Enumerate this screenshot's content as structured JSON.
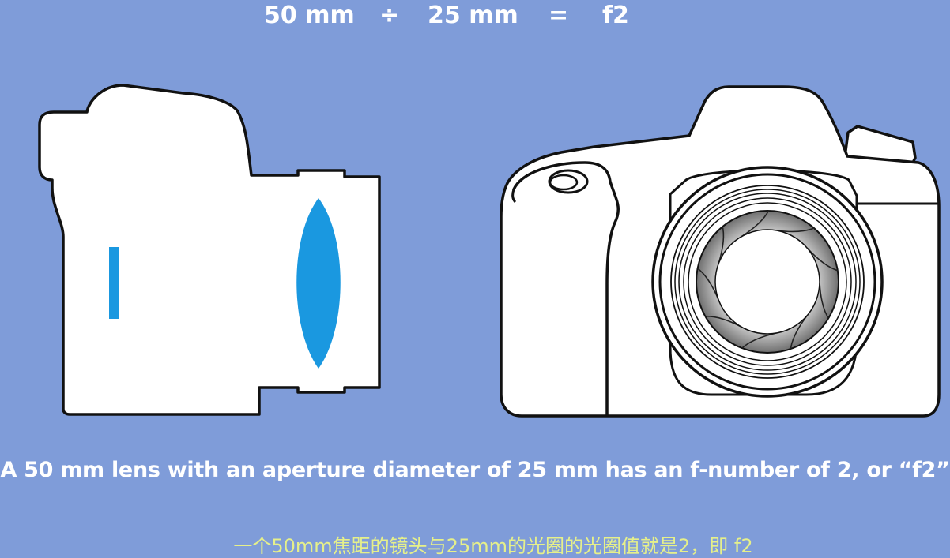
{
  "equation": {
    "focal_length": "50 mm",
    "divide_symbol": "÷",
    "aperture_diameter": "25 mm",
    "equals_symbol": "=",
    "f_number": "f2"
  },
  "caption": {
    "english": "A 50 mm lens with an aperture diameter of 25 mm has  an f-number of 2, or “f2”",
    "chinese": "一个50mm焦距的镜头与25mm的光圈的光圈值就是2，即 f2"
  },
  "colors": {
    "background": "#7f9cd9",
    "body_fill": "#ffffff",
    "outline": "#111111",
    "lens_blue": "#1a98e0",
    "subtitle": "#e6f08a"
  },
  "illustrations": {
    "left": "side-view camera with sensor and lens element",
    "right": "front-view camera with aperture diaphragm"
  }
}
